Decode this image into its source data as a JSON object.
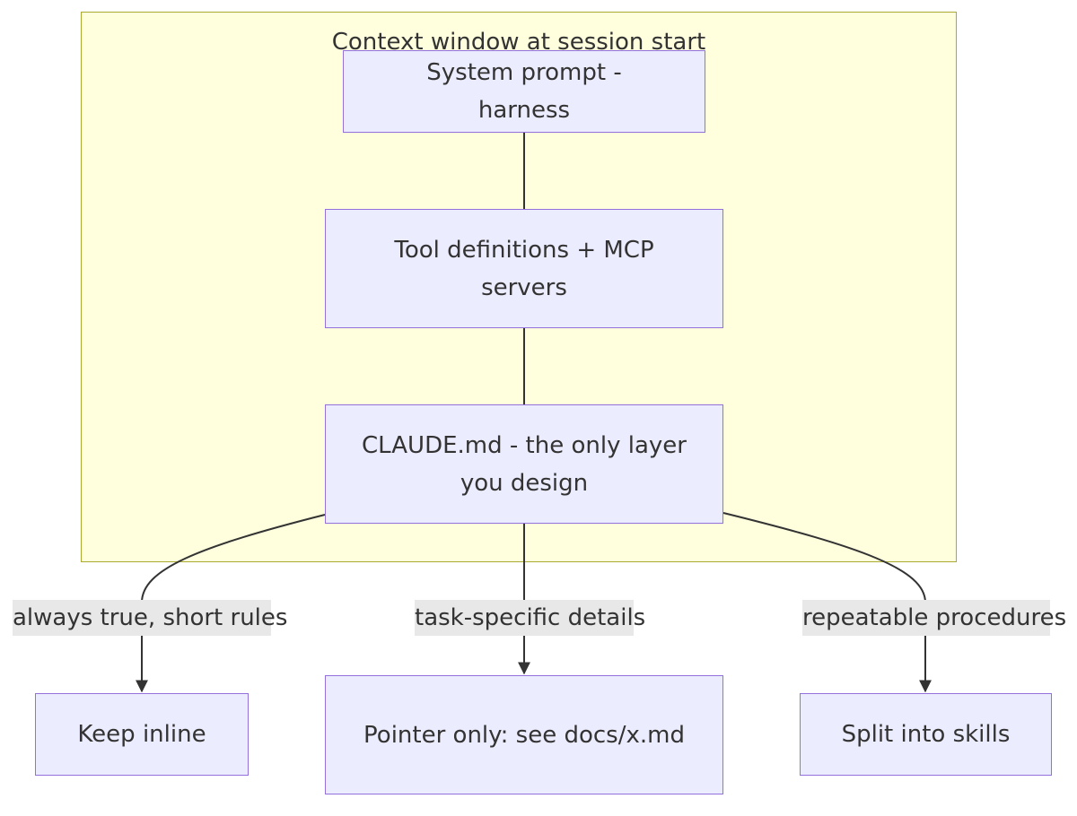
{
  "diagram": {
    "cluster": {
      "title": "Context window at session start"
    },
    "nodes": {
      "system_prompt": "System prompt - harness",
      "tool_definitions": "Tool definitions + MCP servers",
      "claude_md": "CLAUDE.md - the only layer you design",
      "keep_inline": "Keep inline",
      "pointer_only": "Pointer only: see docs/x.md",
      "split_skills": "Split into skills"
    },
    "edges": {
      "always_true": "always true, short rules",
      "task_specific": "task-specific details",
      "repeatable": "repeatable procedures"
    },
    "colors": {
      "cluster_fill": "#ffffde",
      "cluster_border": "#aaaa33",
      "node_fill": "#ececff",
      "node_border": "#9370db",
      "edge_label_bg": "#e8e8e8",
      "line": "#333333"
    }
  }
}
